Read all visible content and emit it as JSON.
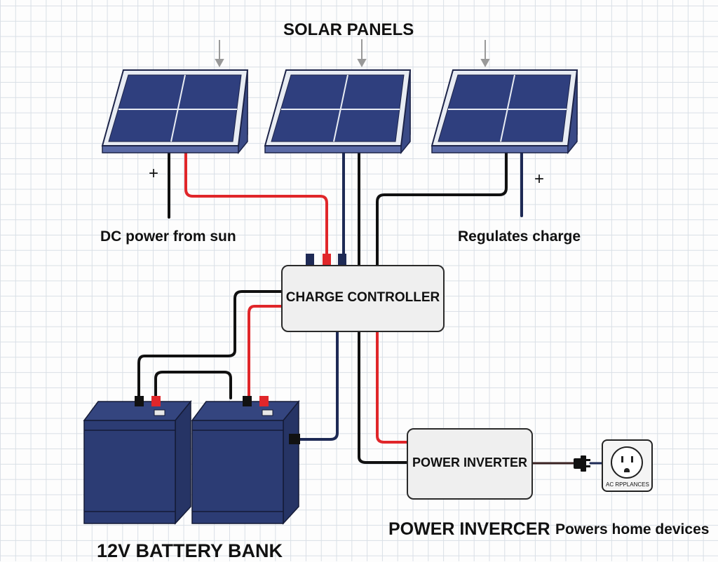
{
  "diagram": {
    "title": "SOLAR PANELS",
    "labels": {
      "dc_power": "DC power from sun",
      "regulates": "Regulates charge",
      "battery_bank": "12V BATTERY BANK",
      "inverter_caption": "POWER INVERCER",
      "powers_home": "Powers home devices",
      "plus_left": "+",
      "plus_right": "+"
    },
    "components": {
      "charge_controller": "CHARGE CONTROLLER",
      "power_inverter": "POWER INVERTER",
      "outlet": "AC RPPLANCES"
    },
    "panels": [
      {
        "name": "solar-panel-1"
      },
      {
        "name": "solar-panel-2"
      },
      {
        "name": "solar-panel-3"
      }
    ],
    "batteries": [
      {
        "name": "battery-1"
      },
      {
        "name": "battery-2"
      }
    ],
    "colors": {
      "panel_cell": "#2f3f7e",
      "panel_frame": "#e8ecf3",
      "battery": "#2c3c74",
      "wire_positive": "#e0262a",
      "wire_negative": "#111111",
      "wire_blue": "#1e2a55",
      "box_fill": "#efefef"
    }
  }
}
